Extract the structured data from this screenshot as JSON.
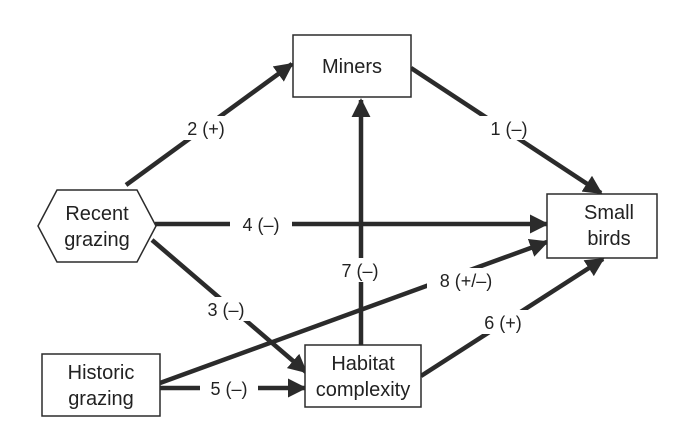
{
  "nodes": {
    "miners": {
      "label": "Miners"
    },
    "recent_grazing": {
      "lines": [
        "Recent",
        "grazing"
      ]
    },
    "small_birds": {
      "lines": [
        "Small",
        "birds"
      ]
    },
    "historic_grazing": {
      "lines": [
        "Historic",
        "grazing"
      ]
    },
    "habitat_complexity": {
      "lines": [
        "Habitat",
        "complexity"
      ]
    }
  },
  "edges": [
    {
      "id": "1",
      "label": "1 (–)",
      "from": "Miners",
      "to": "Small birds"
    },
    {
      "id": "2",
      "label": "2 (+)",
      "from": "Recent grazing",
      "to": "Miners"
    },
    {
      "id": "3",
      "label": "3 (–)",
      "from": "Recent grazing",
      "to": "Habitat complexity"
    },
    {
      "id": "4",
      "label": "4 (–)",
      "from": "Recent grazing",
      "to": "Small birds"
    },
    {
      "id": "5",
      "label": "5 (–)",
      "from": "Historic grazing",
      "to": "Habitat complexity"
    },
    {
      "id": "6",
      "label": "6 (+)",
      "from": "Habitat complexity",
      "to": "Small birds"
    },
    {
      "id": "7",
      "label": "7 (–)",
      "from": "Habitat complexity",
      "to": "Miners"
    },
    {
      "id": "8",
      "label": "8 (+/–)",
      "from": "Historic grazing",
      "to": "Small birds"
    }
  ],
  "colors": {
    "arrow": "#2b2b2b",
    "node_border": "#2b2b2b",
    "text": "#222222",
    "background": "#ffffff"
  }
}
